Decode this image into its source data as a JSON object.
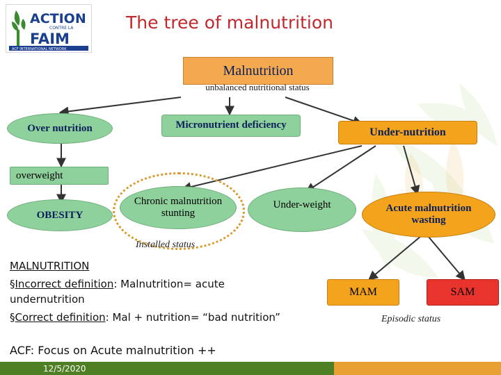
{
  "slide": {
    "title": "The tree of malnutrition",
    "logo": {
      "line1": "ACTION",
      "line2": "CONTRE LA",
      "line3": "FAIM",
      "line4": "ACF INTERNATIONAL NETWORK"
    },
    "date": "12/5/2020"
  },
  "tree": {
    "root": {
      "label": "Malnutrition",
      "sub": "unbalanced nutritional status"
    },
    "over": {
      "label": "Over nutrition",
      "child": "overweight",
      "grandchild": "OBESITY"
    },
    "micro": {
      "label": "Micronutrient deficiency"
    },
    "under": {
      "label": "Under-nutrition",
      "chronic": {
        "line1": "Chronic malnutrition",
        "line2": "stunting"
      },
      "underweight": "Under-weight",
      "acute": {
        "line1": "Acute malnutrition",
        "line2": "wasting"
      },
      "installed": "Installed status",
      "mam": "MAM",
      "sam": "SAM",
      "episodic": "Episodic status"
    }
  },
  "notes": {
    "heading": "MALNUTRITION",
    "incorrect_label": "Incorrect definition",
    "incorrect_text": ": Malnutrition= acute",
    "incorrect_cont": "undernutrition",
    "correct_label": "Correct definition",
    "correct_text": ": Mal + nutrition= “bad nutrition”",
    "focus": "ACF: Focus on Acute malnutrition ++"
  },
  "colors": {
    "title": "#c0282d",
    "green": "#8fd19c",
    "orange": "#f4a31c",
    "footer_green": "#4f7f24",
    "footer_orange": "#e8a033"
  }
}
